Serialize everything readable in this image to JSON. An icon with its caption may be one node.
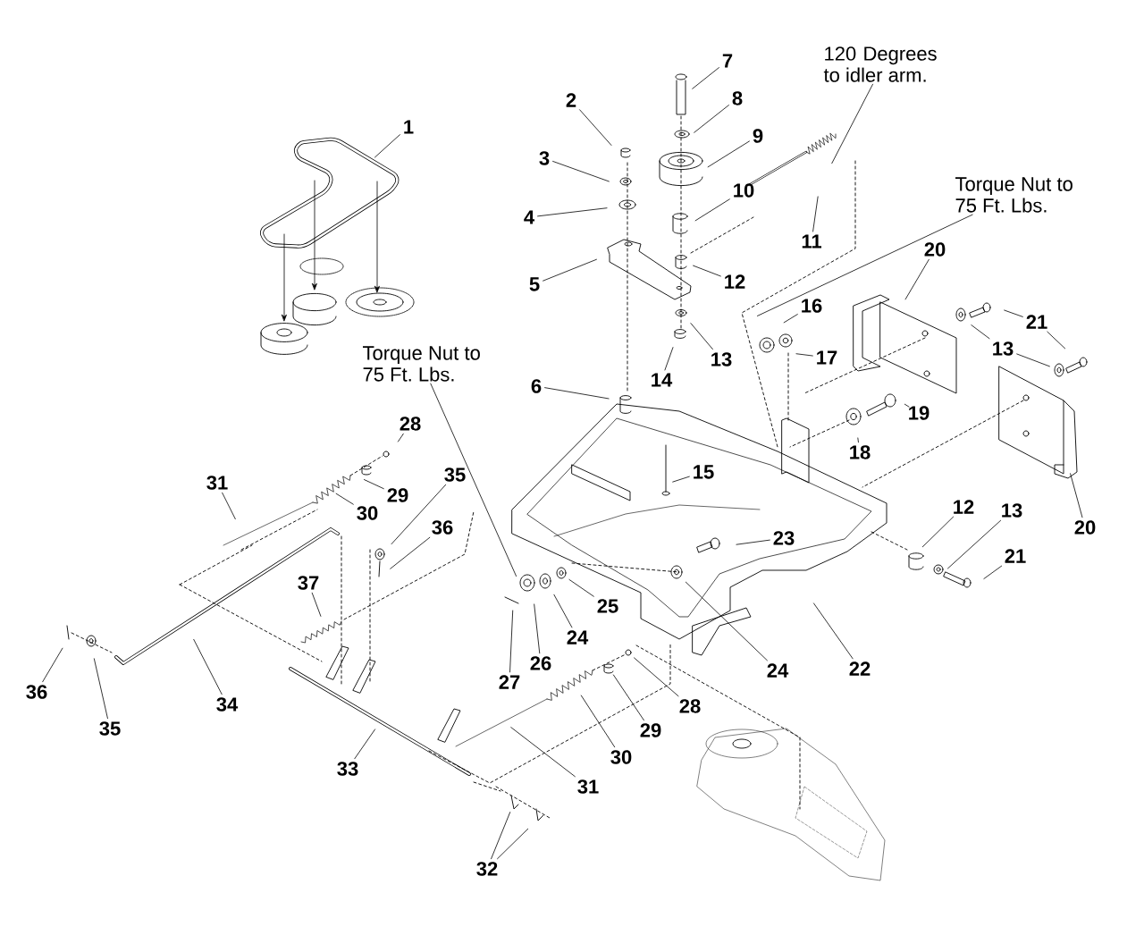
{
  "diagram": {
    "nodes": [
      {
        "text": [
          "120 Degrees to idler arm."
        ]
      },
      {
        "text": [
          "7"
        ]
      },
      {
        "text": [
          "8"
        ]
      },
      {
        "text": [
          "2"
        ]
      },
      {
        "text": [
          "1"
        ]
      },
      {
        "text": [
          "9"
        ]
      },
      {
        "text": [
          "3"
        ]
      },
      {
        "text": [
          "10"
        ]
      },
      {
        "text": [
          "Torque Nut to 75 Ft. Lbs."
        ]
      },
      {
        "text": [
          "4"
        ]
      },
      {
        "text": [
          "11"
        ]
      },
      {
        "text": [
          "20"
        ]
      },
      {
        "text": [
          "12"
        ]
      },
      {
        "text": [
          "5"
        ]
      },
      {
        "text": [
          "16"
        ]
      },
      {
        "text": [
          "21"
        ]
      },
      {
        "text": [
          "13"
        ]
      },
      {
        "text": [
          "13"
        ]
      },
      {
        "text": [
          "17"
        ]
      },
      {
        "text": [
          "Torque Nut to 75 Ft. Lbs."
        ]
      },
      {
        "text": [
          "14"
        ]
      },
      {
        "text": [
          "6"
        ]
      },
      {
        "text": [
          "19"
        ]
      },
      {
        "text": [
          "28"
        ]
      },
      {
        "text": [
          "18"
        ]
      },
      {
        "text": [
          "15"
        ]
      },
      {
        "text": [
          "35"
        ]
      },
      {
        "text": [
          "31"
        ]
      },
      {
        "text": [
          "29"
        ]
      },
      {
        "text": [
          "12"
        ]
      },
      {
        "text": [
          "13"
        ]
      },
      {
        "text": [
          "30"
        ]
      },
      {
        "text": [
          "20"
        ]
      },
      {
        "text": [
          "36"
        ]
      },
      {
        "text": [
          "23"
        ]
      },
      {
        "text": [
          "21"
        ]
      },
      {
        "text": [
          "37"
        ]
      },
      {
        "text": [
          "25"
        ]
      },
      {
        "text": [
          "24"
        ]
      },
      {
        "text": [
          "26"
        ]
      },
      {
        "text": [
          "22"
        ]
      },
      {
        "text": [
          "24"
        ]
      },
      {
        "text": [
          "27"
        ]
      },
      {
        "text": [
          "36"
        ]
      },
      {
        "text": [
          "34"
        ]
      },
      {
        "text": [
          "28"
        ]
      },
      {
        "text": [
          "35"
        ]
      },
      {
        "text": [
          "29"
        ]
      },
      {
        "text": [
          "30"
        ]
      },
      {
        "text": [
          "33"
        ]
      },
      {
        "text": [
          "31"
        ]
      },
      {
        "text": [
          "32"
        ]
      }
    ],
    "edges": [
      {
        "from": 0,
        "to": null,
        "arrow": "none"
      },
      {
        "from": 1,
        "to": null,
        "arrow": "none"
      },
      {
        "from": 2,
        "to": null,
        "arrow": "none"
      },
      {
        "from": 3,
        "to": null,
        "arrow": "none"
      },
      {
        "from": 4,
        "to": null,
        "arrow": "none"
      },
      {
        "from": 5,
        "to": null,
        "arrow": "none"
      },
      {
        "from": 6,
        "to": null,
        "arrow": "none"
      },
      {
        "from": 7,
        "to": null,
        "arrow": "none"
      },
      {
        "from": 8,
        "to": null,
        "arrow": "none"
      },
      {
        "from": 9,
        "to": null,
        "arrow": "none"
      },
      {
        "from": 10,
        "to": null,
        "arrow": "none"
      },
      {
        "from": 11,
        "to": null,
        "arrow": "none"
      },
      {
        "from": 12,
        "to": null,
        "arrow": "none"
      },
      {
        "from": 13,
        "to": null,
        "arrow": "none"
      },
      {
        "from": 14,
        "to": null,
        "arrow": "none"
      },
      {
        "from": 15,
        "to": null,
        "arrow": "none"
      },
      {
        "from": 15,
        "to": null,
        "arrow": "none"
      },
      {
        "from": 16,
        "to": null,
        "arrow": "none"
      },
      {
        "from": 16,
        "to": null,
        "arrow": "none"
      },
      {
        "from": 17,
        "to": null,
        "arrow": "none"
      },
      {
        "from": 18,
        "to": null,
        "arrow": "none"
      },
      {
        "from": 19,
        "to": null,
        "arrow": "none"
      },
      {
        "from": 20,
        "to": null,
        "arrow": "none"
      },
      {
        "from": 21,
        "to": null,
        "arrow": "none"
      },
      {
        "from": 22,
        "to": null,
        "arrow": "none"
      },
      {
        "from": 23,
        "to": null,
        "arrow": "none"
      },
      {
        "from": 24,
        "to": null,
        "arrow": "none"
      },
      {
        "from": 25,
        "to": null,
        "arrow": "none"
      },
      {
        "from": 26,
        "to": null,
        "arrow": "none"
      },
      {
        "from": 27,
        "to": null,
        "arrow": "none"
      },
      {
        "from": 28,
        "to": null,
        "arrow": "none"
      },
      {
        "from": 29,
        "to": null,
        "arrow": "none"
      },
      {
        "from": 30,
        "to": null,
        "arrow": "none"
      },
      {
        "from": 31,
        "to": null,
        "arrow": "none"
      },
      {
        "from": 32,
        "to": null,
        "arrow": "none"
      },
      {
        "from": 33,
        "to": null,
        "arrow": "none"
      },
      {
        "from": 34,
        "to": null,
        "arrow": "none"
      },
      {
        "from": 35,
        "to": null,
        "arrow": "none"
      },
      {
        "from": 36,
        "to": null,
        "arrow": "none"
      },
      {
        "from": 37,
        "to": null,
        "arrow": "none"
      },
      {
        "from": 38,
        "to": null,
        "arrow": "none"
      },
      {
        "from": 39,
        "to": null,
        "arrow": "none"
      },
      {
        "from": 40,
        "to": null,
        "arrow": "none"
      },
      {
        "from": 41,
        "to": null,
        "arrow": "none"
      },
      {
        "from": 42,
        "to": null,
        "arrow": "none"
      },
      {
        "from": 43,
        "to": null,
        "arrow": "none"
      },
      {
        "from": 44,
        "to": null,
        "arrow": "none"
      },
      {
        "from": 45,
        "to": null,
        "arrow": "none"
      },
      {
        "from": 46,
        "to": null,
        "arrow": "none"
      },
      {
        "from": 47,
        "to": null,
        "arrow": "none"
      },
      {
        "from": 48,
        "to": null,
        "arrow": "none"
      },
      {
        "from": 49,
        "to": null,
        "arrow": "none"
      },
      {
        "from": 50,
        "to": null,
        "arrow": "none"
      },
      {
        "from": 51,
        "to": null,
        "arrow": "none"
      },
      {
        "from": 51,
        "to": null,
        "arrow": "none"
      }
    ]
  }
}
